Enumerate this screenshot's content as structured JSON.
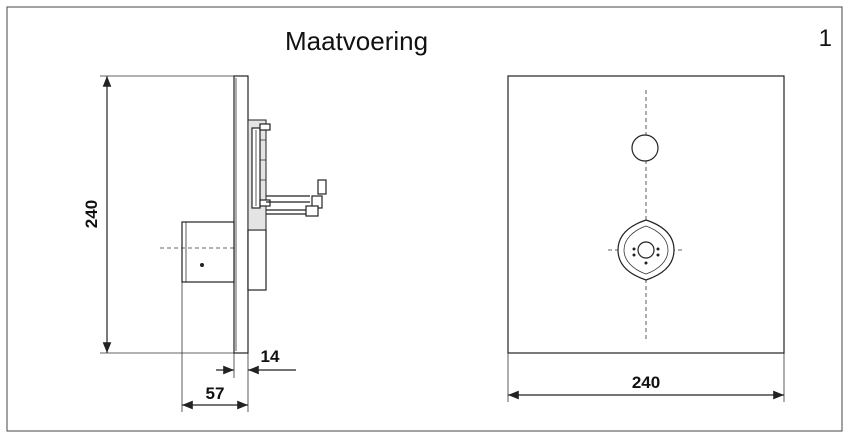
{
  "drawing": {
    "title": "Maatvoering",
    "page_number": "1"
  },
  "side_view": {
    "height_dim": "240",
    "depth_dim": "57",
    "plate_dim": "14"
  },
  "front_view": {
    "width_dim": "240"
  }
}
